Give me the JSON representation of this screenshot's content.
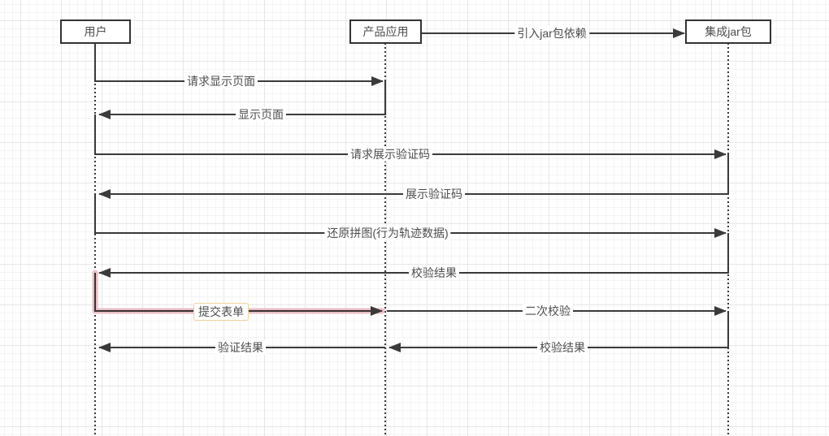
{
  "colors": {
    "line": "#3a3a3a",
    "text": "#4d4d4d",
    "selection_highlight": "#e9bfc5",
    "selected_label_border": "#f0d59d",
    "background": "#ffffff"
  },
  "actors": [
    {
      "label": "用户"
    },
    {
      "label": "产品应用"
    },
    {
      "label": "集成jar包"
    }
  ],
  "messages": [
    {
      "label": "引入jar包依赖",
      "from": "产品应用",
      "to": "集成jar包",
      "selected": false
    },
    {
      "label": "请求显示页面",
      "from": "用户",
      "to": "产品应用",
      "selected": false
    },
    {
      "label": "显示页面",
      "from": "产品应用",
      "to": "用户",
      "selected": false
    },
    {
      "label": "请求展示验证码",
      "from": "用户",
      "to": "集成jar包",
      "selected": false
    },
    {
      "label": "展示验证码",
      "from": "集成jar包",
      "to": "用户",
      "selected": false
    },
    {
      "label": "还原拼图(行为轨迹数据)",
      "from": "用户",
      "to": "集成jar包",
      "selected": false
    },
    {
      "label": "校验结果",
      "from": "集成jar包",
      "to": "用户",
      "selected": false
    },
    {
      "label": "提交表单",
      "from": "用户",
      "to": "产品应用",
      "selected": true
    },
    {
      "label": "二次校验",
      "from": "产品应用",
      "to": "集成jar包",
      "selected": false
    },
    {
      "label": "验证结果",
      "from": "产品应用",
      "to": "用户",
      "selected": false
    },
    {
      "label": "校验结果",
      "from": "集成jar包",
      "to": "产品应用",
      "selected": false
    }
  ]
}
